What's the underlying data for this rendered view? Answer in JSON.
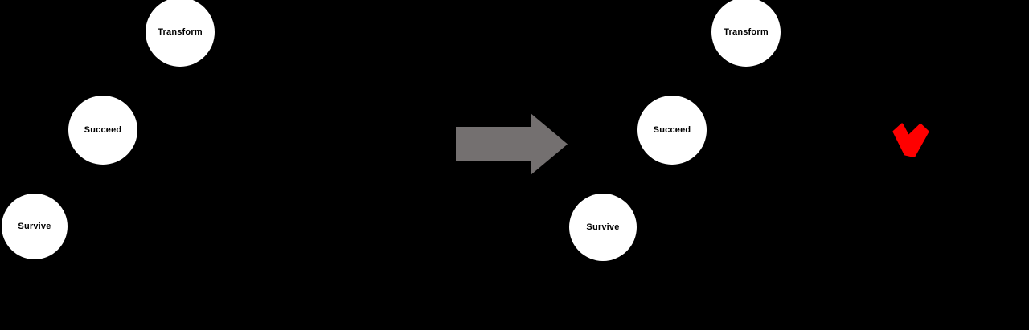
{
  "groups": [
    {
      "id": "before",
      "nodes": [
        {
          "label": "Survive"
        },
        {
          "label": "Succeed"
        },
        {
          "label": "Transform"
        }
      ]
    },
    {
      "id": "after",
      "nodes": [
        {
          "label": "Survive"
        },
        {
          "label": "Succeed"
        },
        {
          "label": "Transform"
        }
      ]
    }
  ],
  "icons": {
    "arrow": "right-block-arrow-icon",
    "check": "red-check-mark-icon"
  },
  "colors": {
    "background": "#000000",
    "node_fill": "#ffffff",
    "node_text": "#000000",
    "arrow": "#747070",
    "check": "#ff0000"
  }
}
